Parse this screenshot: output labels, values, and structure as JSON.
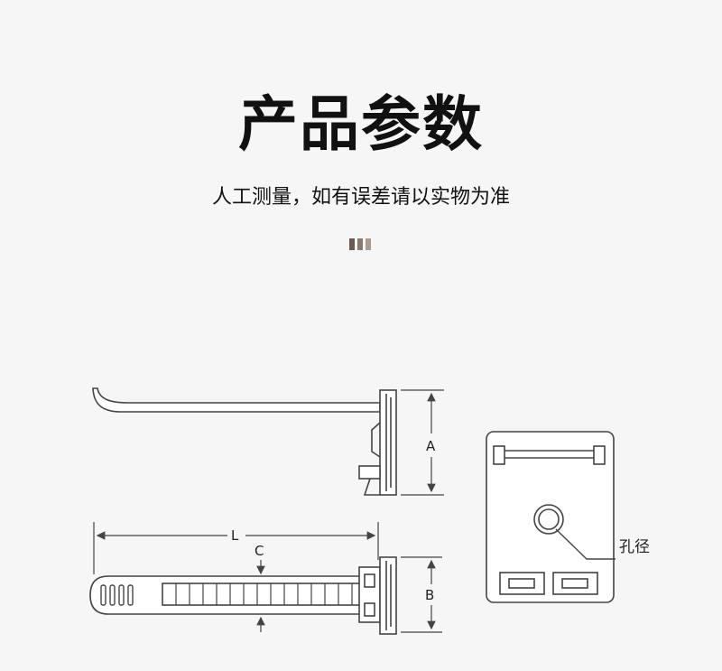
{
  "header": {
    "title": "产品参数",
    "subtitle": "人工测量，如有误差请以实物为准",
    "marks": [
      "#6b5a4e",
      "#8a7a6e",
      "#a99b90"
    ]
  },
  "diagram": {
    "label_A": "A",
    "label_B": "B",
    "label_L": "L",
    "label_C": "C",
    "label_hole": "孔径"
  },
  "colors": {
    "line": "#444444",
    "fill": "#ffffff"
  }
}
